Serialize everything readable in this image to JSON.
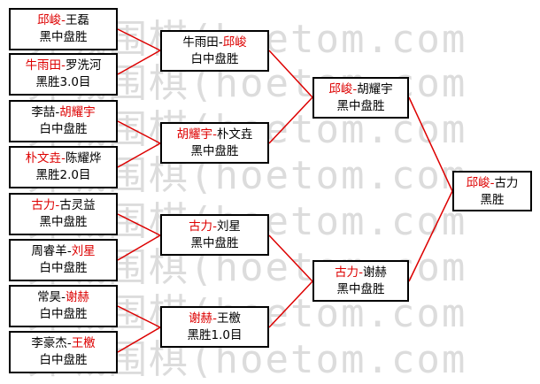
{
  "watermark": {
    "lines": [
      "弈城围棋(hoetom.com",
      "弈城围棋(hoetom.com",
      "弈城围棋(hoetom.com",
      "弈城围棋(hoetom.com",
      "弈城围棋(hoetom.com",
      "弈城围棋(hoetom.com",
      "弈城围棋(hoetom.com",
      "弈城围棋(hoetom.com"
    ]
  },
  "colors": {
    "winner": "#dd0000",
    "line": "#dd0000",
    "border": "#000000"
  },
  "round1": [
    {
      "p1": "邱峻",
      "sep": "-",
      "p2": "王磊",
      "winner": 1,
      "result": "黑中盘胜"
    },
    {
      "p1": "牛雨田",
      "sep": "-",
      "p2": "罗洗河",
      "winner": 1,
      "result": "黑胜3.0目"
    },
    {
      "p1": "李喆",
      "sep": "-",
      "p2": "胡耀宇",
      "winner": 2,
      "result": "白中盘胜"
    },
    {
      "p1": "朴文垚",
      "sep": "-",
      "p2": "陈耀烨",
      "winner": 1,
      "result": "黑胜2.0目"
    },
    {
      "p1": "古力",
      "sep": "-",
      "p2": "古灵益",
      "winner": 1,
      "result": "黑中盘胜"
    },
    {
      "p1": "周睿羊",
      "sep": "-",
      "p2": "刘星",
      "winner": 2,
      "result": "白中盘胜"
    },
    {
      "p1": "常昊",
      "sep": "-",
      "p2": "谢赫",
      "winner": 2,
      "result": "白中盘胜"
    },
    {
      "p1": "李豪杰",
      "sep": "-",
      "p2": "王檄",
      "winner": 2,
      "result": "白中盘胜"
    }
  ],
  "round2": [
    {
      "p1": "牛雨田",
      "sep": "-",
      "p2": "邱峻",
      "winner": 2,
      "result": "白中盘胜"
    },
    {
      "p1": "胡耀宇",
      "sep": "-",
      "p2": "朴文垚",
      "winner": 1,
      "result": "黑中盘胜"
    },
    {
      "p1": "古力",
      "sep": "-",
      "p2": "刘星",
      "winner": 1,
      "result": "黑中盘胜"
    },
    {
      "p1": "谢赫",
      "sep": "-",
      "p2": "王檄",
      "winner": 1,
      "result": "黑胜1.0目"
    }
  ],
  "round3": [
    {
      "p1": "邱峻",
      "sep": "-",
      "p2": "胡耀宇",
      "winner": 1,
      "result": "黑中盘胜"
    },
    {
      "p1": "古力",
      "sep": "-",
      "p2": "谢赫",
      "winner": 1,
      "result": "黑中盘胜"
    }
  ],
  "final": [
    {
      "p1": "邱峻",
      "sep": "-",
      "p2": "古力",
      "winner": 1,
      "result": "黑胜"
    }
  ]
}
